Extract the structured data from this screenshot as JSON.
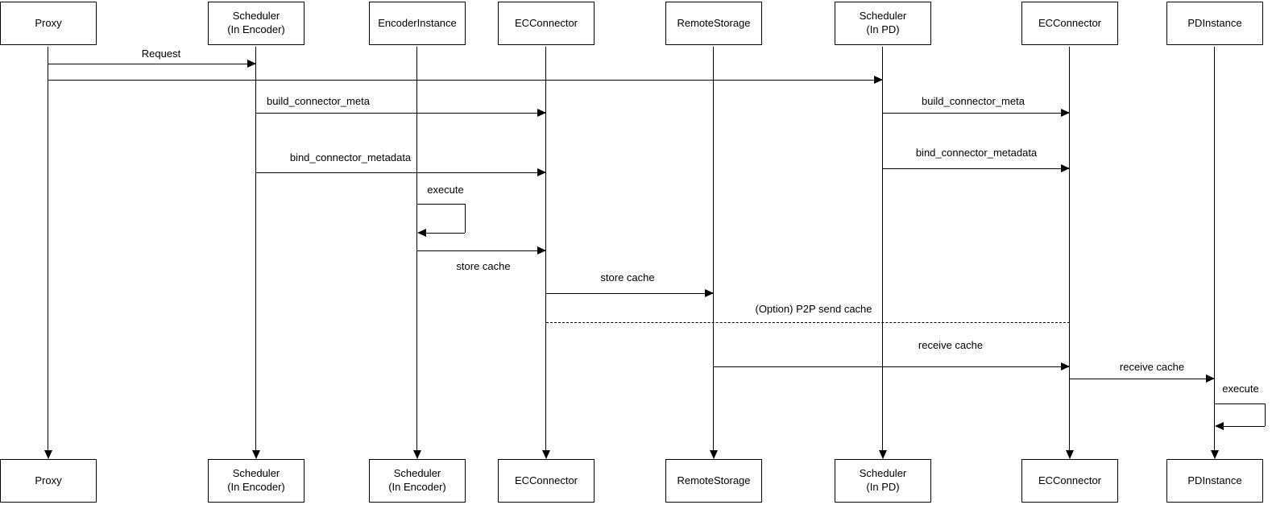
{
  "diagram_type": "uml-sequence",
  "participants": [
    {
      "name": "proxy",
      "top_label": "Proxy",
      "bottom_label": "Proxy"
    },
    {
      "name": "scheduler-in-encoder",
      "top_label": "Scheduler\n(In Encoder)",
      "bottom_label": "Scheduler\n(In Encoder)"
    },
    {
      "name": "encoder-instance",
      "top_label": "EncoderInstance",
      "bottom_label": "Scheduler\n(In Encoder)"
    },
    {
      "name": "ec-connector-encoder",
      "top_label": "ECConnector",
      "bottom_label": "ECConnector"
    },
    {
      "name": "remote-storage",
      "top_label": "RemoteStorage",
      "bottom_label": "RemoteStorage"
    },
    {
      "name": "scheduler-in-pd",
      "top_label": "Scheduler\n(In PD)",
      "bottom_label": "Scheduler\n(In PD)"
    },
    {
      "name": "ec-connector-pd",
      "top_label": "ECConnector",
      "bottom_label": "ECConnector"
    },
    {
      "name": "pd-instance",
      "top_label": "PDInstance",
      "bottom_label": "PDInstance"
    }
  ],
  "messages": [
    {
      "label": "Request",
      "from": "Proxy",
      "to": "Scheduler (In Encoder)",
      "type": "solid"
    },
    {
      "label": "",
      "from": "Proxy",
      "to": "Scheduler (In PD)",
      "type": "solid"
    },
    {
      "label": "build_connector_meta",
      "from": "Scheduler (In Encoder)",
      "to": "ECConnector (Encoder)",
      "type": "solid"
    },
    {
      "label": "bind_connector_metadata",
      "from": "Scheduler (In Encoder)",
      "to": "ECConnector (Encoder)",
      "type": "solid"
    },
    {
      "label": "build_connector_meta",
      "from": "Scheduler (In PD)",
      "to": "ECConnector (PD)",
      "type": "solid"
    },
    {
      "label": "bind_connector_metadata",
      "from": "Scheduler (In PD)",
      "to": "ECConnector (PD)",
      "type": "solid"
    },
    {
      "label": "execute",
      "from": "EncoderInstance",
      "to": "EncoderInstance",
      "type": "self"
    },
    {
      "label": "store cache",
      "from": "EncoderInstance",
      "to": "ECConnector (Encoder)",
      "type": "solid"
    },
    {
      "label": "store cache",
      "from": "ECConnector (Encoder)",
      "to": "RemoteStorage",
      "type": "solid"
    },
    {
      "label": "(Option) P2P send cache",
      "from": "ECConnector (Encoder)",
      "to": "ECConnector (PD)",
      "type": "dashed"
    },
    {
      "label": "receive cache",
      "from": "RemoteStorage",
      "to": "ECConnector (PD)",
      "type": "solid"
    },
    {
      "label": "receive cache",
      "from": "ECConnector (PD)",
      "to": "PDInstance",
      "type": "solid"
    },
    {
      "label": "execute",
      "from": "PDInstance",
      "to": "PDInstance",
      "type": "self"
    }
  ],
  "colors": {
    "line": "#000000",
    "box_fill": "#ffffff",
    "text": "#000000",
    "background": "#ffffff"
  }
}
